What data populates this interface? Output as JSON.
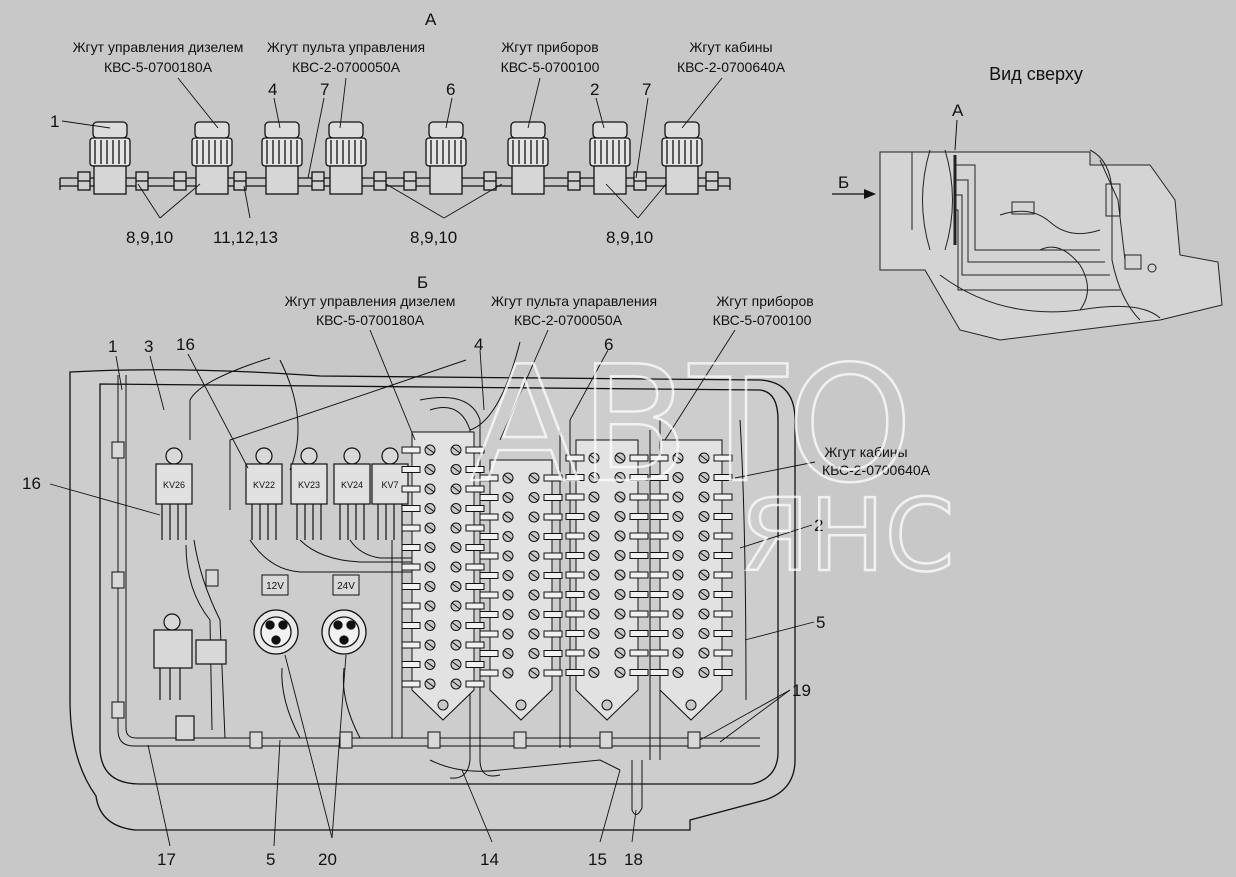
{
  "section_a": {
    "letter": "А",
    "harness_labels": [
      {
        "name": "Жгут управления дизелем",
        "code": "КВС-5-0700180А"
      },
      {
        "name": "Жгут пульта управления",
        "code": "КВС-2-0700050А"
      },
      {
        "name": "Жгут приборов",
        "code": "КВС-5-0700100"
      },
      {
        "name": "Жгут кабины",
        "code": "КВС-2-0700640А"
      }
    ],
    "callouts_top": [
      "1",
      "4",
      "7",
      "6",
      "2",
      "7"
    ],
    "callouts_bottom": [
      "8,9,10",
      "11,12,13",
      "8,9,10",
      "8,9,10"
    ]
  },
  "top_view": {
    "title": "Вид сверху",
    "letter_a": "А",
    "letter_b": "Б"
  },
  "section_b": {
    "letter": "Б",
    "harness_labels": [
      {
        "name": "Жгут управления дизелем",
        "code": "КВС-5-0700180А"
      },
      {
        "name": "Жгут пульта упаравления",
        "code": "КВС-2-0700050А"
      },
      {
        "name": "Жгут приборов",
        "code": "КВС-5-0700100"
      },
      {
        "name": "Жгут кабины",
        "code": "КВС-2-0700640А"
      }
    ],
    "relays": [
      "KV26",
      "KV22",
      "KV23",
      "KV24",
      "KV7"
    ],
    "voltage_labels": [
      "12V",
      "24V"
    ],
    "callouts_top": [
      "1",
      "3",
      "16",
      "4",
      "6"
    ],
    "callouts_left": [
      "16"
    ],
    "callouts_right": [
      "2",
      "5",
      "19"
    ],
    "callouts_bottom": [
      "17",
      "5",
      "20",
      "14",
      "15",
      "18"
    ]
  },
  "watermark": {
    "line1": "АВТО",
    "line2": "ЯНС"
  }
}
